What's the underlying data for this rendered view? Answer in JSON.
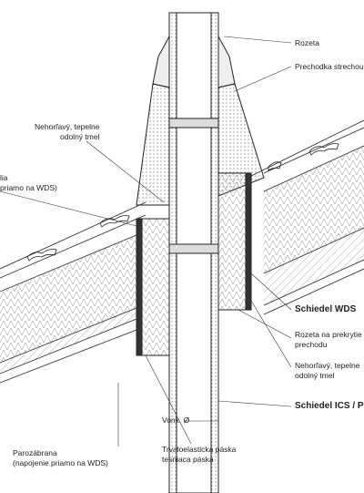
{
  "labels": {
    "rozeta": "Rozeta",
    "prechodka": "Prechodka strechou",
    "tmel_top_1": "Nehorľavý, tepelne",
    "tmel_top_2": "odolný tmel",
    "left_fragment_1": "lia",
    "left_fragment_2": "priamo na WDS)",
    "wds": "Schiedel WDS",
    "rozeta_prekrytie_1": "Rozeta na prekrytie",
    "rozeta_prekrytie_2": "prechodu",
    "tmel_bottom_1": "Nehorľavý, tepelne",
    "tmel_bottom_2": "odolný tmel",
    "ics": "Schiedel ICS / PM",
    "vonk": "Vonk. Ø",
    "parozabrana_1": "Parozábrana",
    "parozabrana_2": "(napojenie priamo na WDS)",
    "paska_1": "Trvaloelastická páska",
    "paska_2": "tesniaca páska"
  }
}
